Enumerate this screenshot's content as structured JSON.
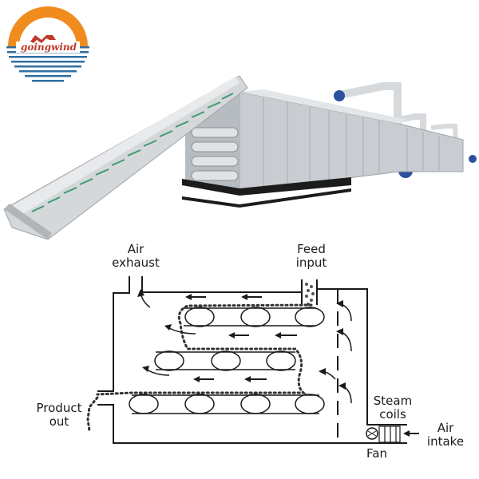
{
  "logo": {
    "brand_text": "goingwind",
    "colors": {
      "arc": "#f08c1e",
      "stripes": "#2f6fa0",
      "mark": "#c0392b"
    }
  },
  "photo": {
    "subject": "multi-layer mesh belt dryer with inclined feed conveyor",
    "colors": {
      "steel": "#c9cdd1",
      "belt_slats": "#3f9a6a",
      "frame": "#1c1c1c",
      "fan": "#2c4fa0"
    }
  },
  "diagram": {
    "labels": {
      "air_exhaust_line1": "Air",
      "air_exhaust_line2": "exhaust",
      "feed_input_line1": "Feed",
      "feed_input_line2": "input",
      "product_out_line1": "Product",
      "product_out_line2": "out",
      "steam_coils_line1": "Steam",
      "steam_coils_line2": "coils",
      "air_intake_line1": "Air",
      "air_intake_line2": "intake",
      "fan": "Fan"
    },
    "belts": [
      {
        "level": 1,
        "rollers": 3
      },
      {
        "level": 2,
        "rollers": 3
      },
      {
        "level": 3,
        "rollers": 4
      }
    ]
  }
}
